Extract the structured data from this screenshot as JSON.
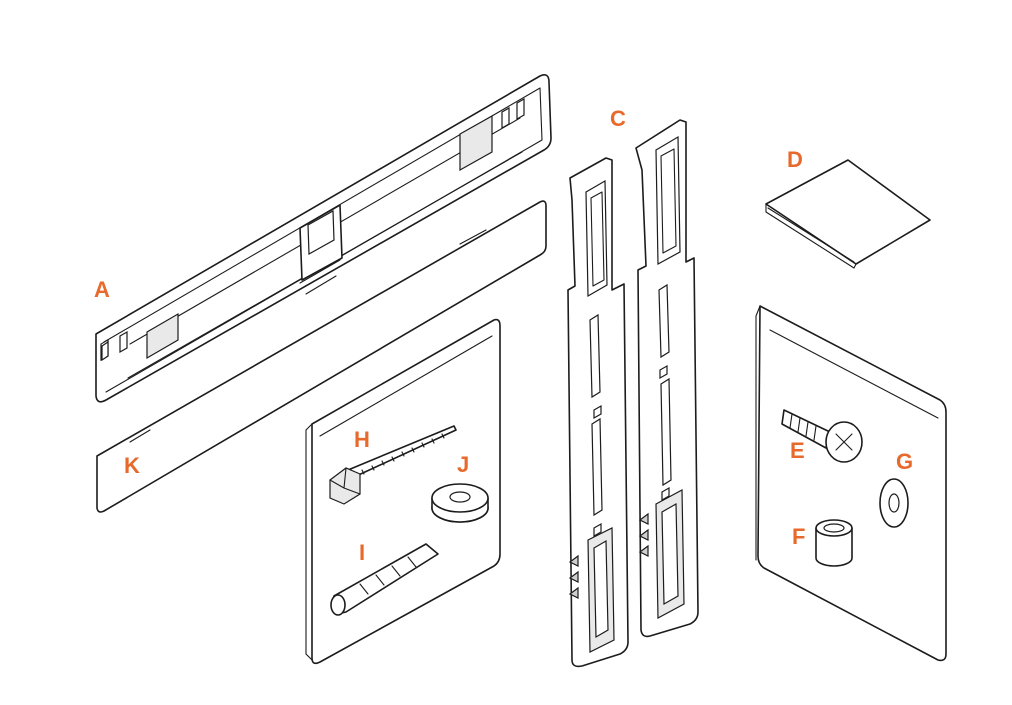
{
  "colors": {
    "label": "#E8692C",
    "outline": "#1c1c1c",
    "background": "#ffffff"
  },
  "labels": {
    "a": "A",
    "b": "C",
    "d": "D",
    "e": "E",
    "f": "F",
    "g": "G",
    "h": "H",
    "i": "I",
    "j": "J",
    "k": "K"
  }
}
